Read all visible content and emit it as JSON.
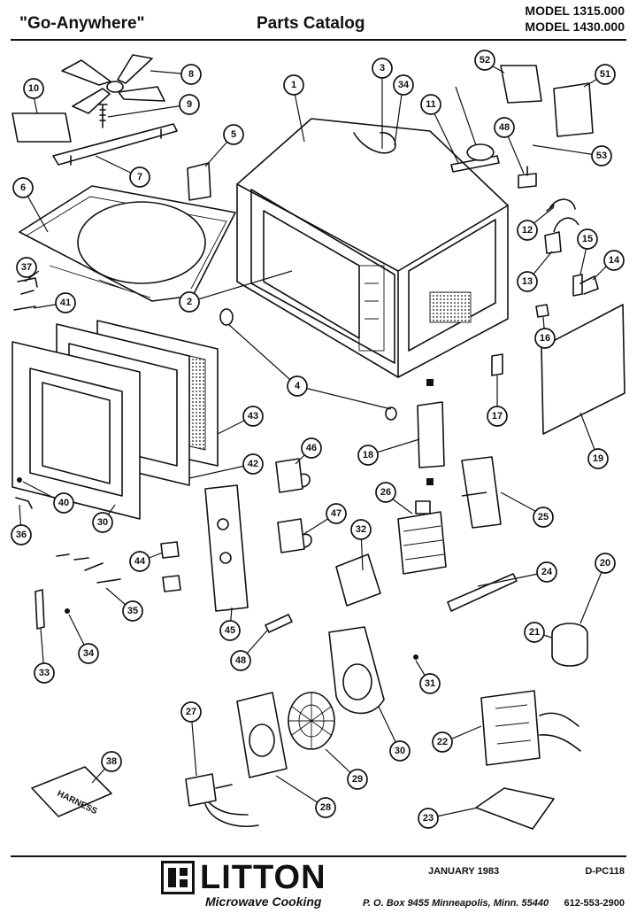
{
  "header": {
    "product": "\"Go-Anywhere\"",
    "catalog_title": "Parts Catalog",
    "model_1": "MODEL 1315.000",
    "model_2": "MODEL 1430.000"
  },
  "callouts": [
    {
      "id": "c1",
      "label": "1"
    },
    {
      "id": "c2",
      "label": "2"
    },
    {
      "id": "c3",
      "label": "3"
    },
    {
      "id": "c4",
      "label": "4"
    },
    {
      "id": "c5",
      "label": "5"
    },
    {
      "id": "c6",
      "label": "6"
    },
    {
      "id": "c7",
      "label": "7"
    },
    {
      "id": "c8",
      "label": "8"
    },
    {
      "id": "c9",
      "label": "9"
    },
    {
      "id": "c10",
      "label": "10"
    },
    {
      "id": "c11",
      "label": "11"
    },
    {
      "id": "c12",
      "label": "12"
    },
    {
      "id": "c13",
      "label": "13"
    },
    {
      "id": "c14",
      "label": "14"
    },
    {
      "id": "c15",
      "label": "15"
    },
    {
      "id": "c16",
      "label": "16"
    },
    {
      "id": "c17",
      "label": "17"
    },
    {
      "id": "c18",
      "label": "18"
    },
    {
      "id": "c19",
      "label": "19"
    },
    {
      "id": "c20",
      "label": "20"
    },
    {
      "id": "c21",
      "label": "21"
    },
    {
      "id": "c22",
      "label": "22"
    },
    {
      "id": "c23",
      "label": "23"
    },
    {
      "id": "c24",
      "label": "24"
    },
    {
      "id": "c25",
      "label": "25"
    },
    {
      "id": "c26",
      "label": "26"
    },
    {
      "id": "c27",
      "label": "27"
    },
    {
      "id": "c28",
      "label": "28"
    },
    {
      "id": "c29",
      "label": "29"
    },
    {
      "id": "c30a",
      "label": "30"
    },
    {
      "id": "c30b",
      "label": "30"
    },
    {
      "id": "c31",
      "label": "31"
    },
    {
      "id": "c32",
      "label": "32"
    },
    {
      "id": "c33",
      "label": "33"
    },
    {
      "id": "c34a",
      "label": "34"
    },
    {
      "id": "c34b",
      "label": "34"
    },
    {
      "id": "c35",
      "label": "35"
    },
    {
      "id": "c36",
      "label": "36"
    },
    {
      "id": "c37",
      "label": "37"
    },
    {
      "id": "c38",
      "label": "38"
    },
    {
      "id": "c40",
      "label": "40"
    },
    {
      "id": "c41",
      "label": "41"
    },
    {
      "id": "c42",
      "label": "42"
    },
    {
      "id": "c43",
      "label": "43"
    },
    {
      "id": "c44",
      "label": "44"
    },
    {
      "id": "c45",
      "label": "45"
    },
    {
      "id": "c46",
      "label": "46"
    },
    {
      "id": "c47",
      "label": "47"
    },
    {
      "id": "c48a",
      "label": "48"
    },
    {
      "id": "c48b",
      "label": "48"
    },
    {
      "id": "c51",
      "label": "51"
    },
    {
      "id": "c52",
      "label": "52"
    },
    {
      "id": "c53",
      "label": "53"
    }
  ],
  "harness_label": "HARNESS",
  "footer": {
    "brand": "LITTON",
    "brand_sub": "Microwave Cooking",
    "date": "JANUARY 1983",
    "doc_code": "D-PC118",
    "address": "P. O. Box 9455  Minneapolis, Minn. 55440",
    "phone": "612-553-2900"
  }
}
